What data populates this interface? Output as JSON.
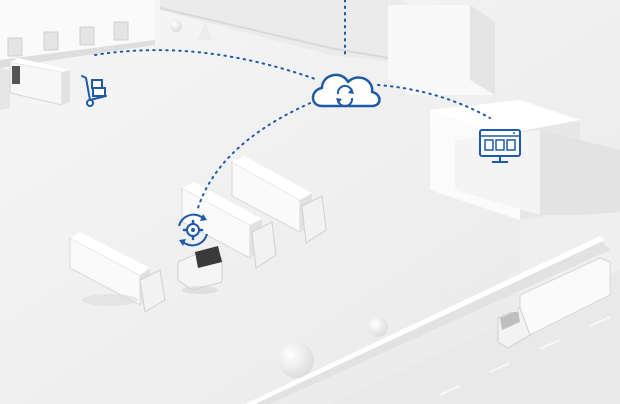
{
  "scene": {
    "background": "#f1f1f1",
    "accent": "#1e5aa8",
    "icons": [
      {
        "name": "cloud-sync-icon"
      },
      {
        "name": "hand-truck-icon"
      },
      {
        "name": "monitor-dashboard-icon"
      },
      {
        "name": "gear-sync-icon"
      }
    ],
    "connections": [
      "warehouse-to-cloud",
      "cloud-to-office",
      "cloud-to-yard",
      "cloud-uplink"
    ]
  }
}
